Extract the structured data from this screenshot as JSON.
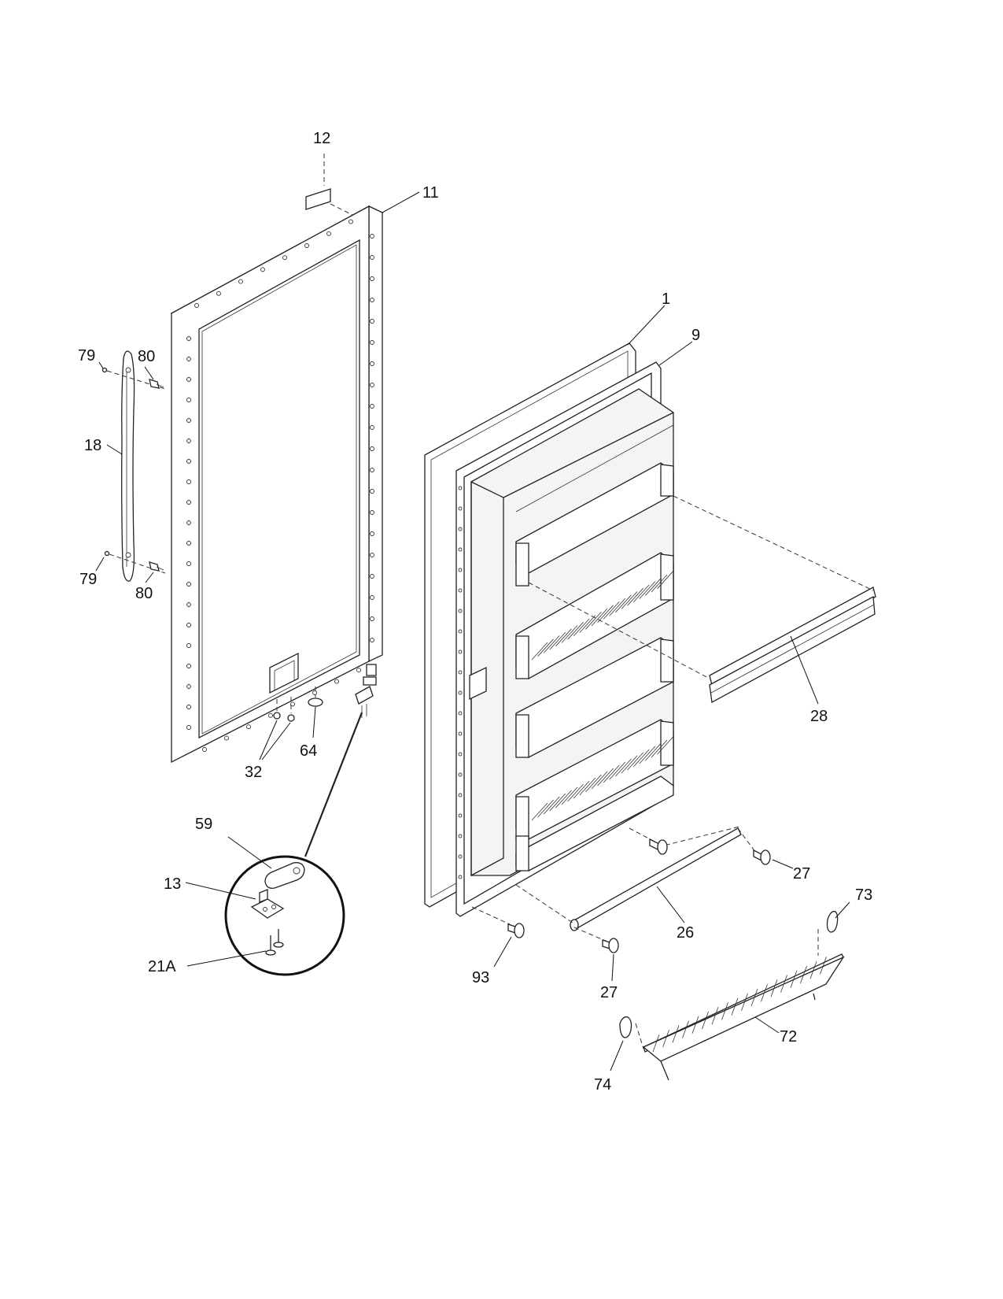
{
  "diagram": {
    "labels": {
      "p12": "12",
      "p11": "11",
      "p1": "1",
      "p9": "9",
      "p79a": "79",
      "p80a": "80",
      "p18": "18",
      "p79b": "79",
      "p80b": "80",
      "p28": "28",
      "p64": "64",
      "p32": "32",
      "p59": "59",
      "p13": "13",
      "p21a": "21A",
      "p27a": "27",
      "p26": "26",
      "p73": "73",
      "p93": "93",
      "p27b": "27",
      "p72": "72",
      "p74": "74"
    }
  }
}
